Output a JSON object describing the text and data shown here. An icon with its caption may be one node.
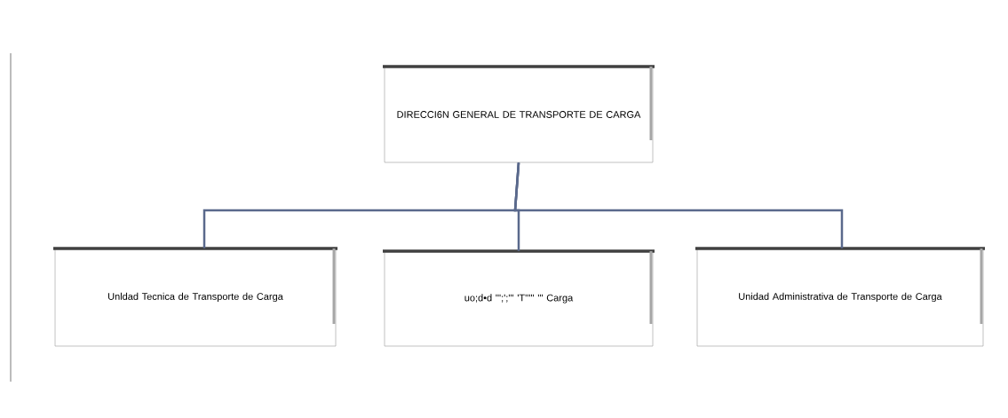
{
  "diagram": {
    "nodes": [
      {
        "text": [
          "DIRECCI6N GENERAL DE TRANSPORTE DE CARGA"
        ]
      },
      {
        "text": [
          "Unldad Tecnica de Transporte de Carga"
        ]
      },
      {
        "text": [
          "uo;d•d ''';';''' 'T''''' ''' Carga"
        ]
      },
      {
        "text": [
          "Unidad Administrativa de Transporte de Carga"
        ]
      }
    ],
    "edges": [
      {
        "from": 0,
        "to": 1,
        "arrow": "none"
      },
      {
        "from": 0,
        "to": 2,
        "arrow": "none"
      },
      {
        "from": 0,
        "to": 3,
        "arrow": "none"
      }
    ]
  }
}
